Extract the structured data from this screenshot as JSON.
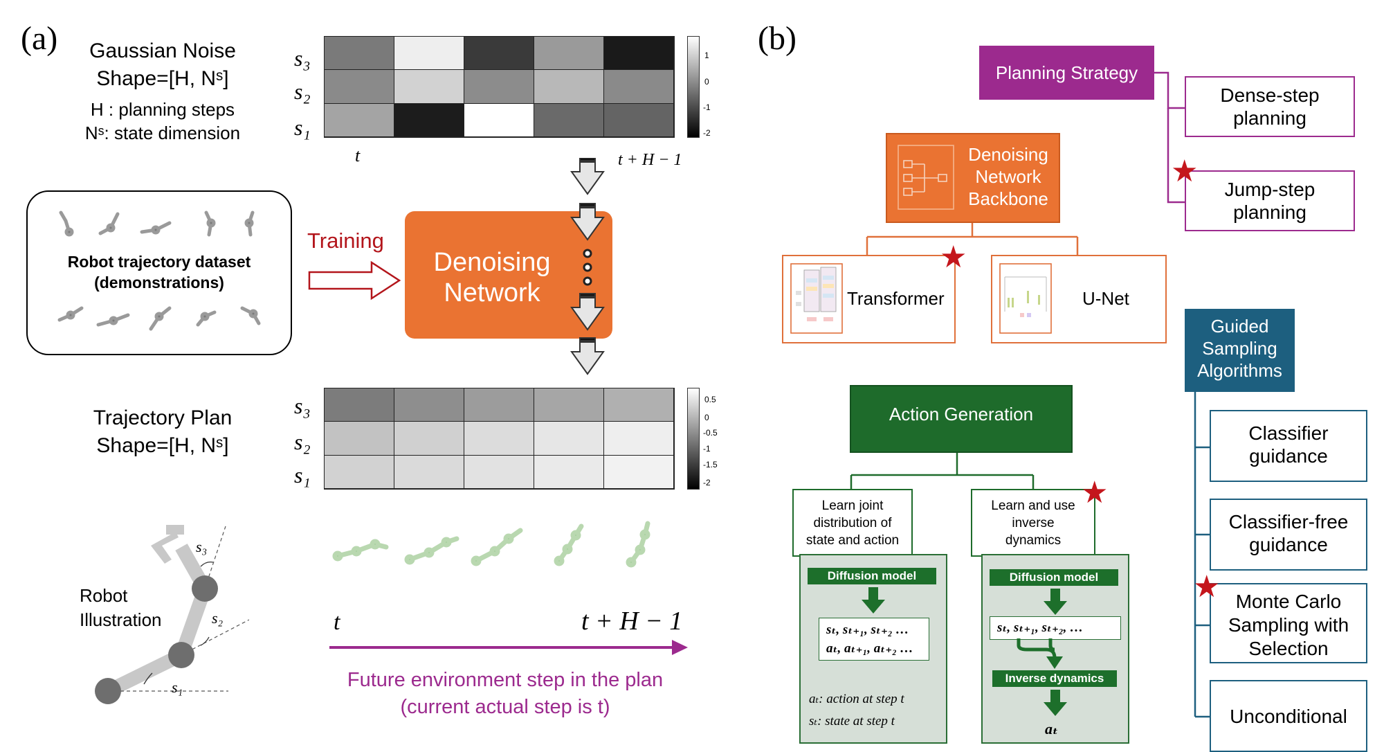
{
  "panel_a": {
    "label": "(a)",
    "gaussian_noise": {
      "line1": "Gaussian Noise",
      "line2": "Shape=[H, Nˢ]",
      "h_desc": "H : planning steps",
      "ns_desc": "Nˢ: state dimension"
    },
    "noise_heatmap": {
      "row_labels": [
        "s₃",
        "s₂",
        "s₁"
      ],
      "x_start": "t",
      "x_end": "t + H − 1",
      "colorbar_ticks": [
        "1",
        "0",
        "-1",
        "-2"
      ],
      "colors": [
        [
          "#7a7a7a",
          "#eeeeee",
          "#3a3a3a",
          "#9a9a9a",
          "#1a1a1a"
        ],
        [
          "#8a8a8a",
          "#d2d2d2",
          "#8c8c8c",
          "#b8b8b8",
          "#8a8a8a"
        ],
        [
          "#a4a4a4",
          "#1c1c1c",
          "#ffffff",
          "#6a6a6a",
          "#646464"
        ]
      ]
    },
    "dataset": {
      "line1": "Robot trajectory dataset",
      "line2": "(demonstrations)"
    },
    "training_label": "Training",
    "denoising": {
      "line1": "Denoising",
      "line2": "Network"
    },
    "trajectory_plan": {
      "line1": "Trajectory Plan",
      "line2": "Shape=[H, Nˢ]"
    },
    "plan_heatmap": {
      "row_labels": [
        "s₃",
        "s₂",
        "s₁"
      ],
      "colorbar_ticks": [
        "0.5",
        "0",
        "-0.5",
        "-1",
        "-1.5",
        "-2"
      ],
      "colors": [
        [
          "#7c7c7c",
          "#8e8e8e",
          "#9c9c9c",
          "#a6a6a6",
          "#b0b0b0"
        ],
        [
          "#c2c2c2",
          "#d0d0d0",
          "#dcdcdc",
          "#e6e6e6",
          "#eeeeee"
        ],
        [
          "#d2d2d2",
          "#dadada",
          "#e2e2e2",
          "#eaeaea",
          "#f2f2f2"
        ]
      ]
    },
    "robot": {
      "line1": "Robot",
      "line2": "Illustration",
      "s1": "s₁",
      "s2": "s₂",
      "s3": "s₃"
    },
    "timeline": {
      "start": "t",
      "end": "t + H − 1",
      "caption1": "Future environment step in the plan",
      "caption2": "(current actual step is t)"
    }
  },
  "panel_b": {
    "label": "(b)",
    "planning_strategy": {
      "title": "Planning Strategy",
      "options": [
        "Dense-step planning",
        "Jump-step planning"
      ]
    },
    "backbone": {
      "title_lines": [
        "Denoising",
        "Network",
        "Backbone"
      ],
      "options": [
        "Transformer",
        "U-Net"
      ]
    },
    "guided_sampling": {
      "title_lines": [
        "Guided",
        "Sampling",
        "Algorithms"
      ],
      "options": [
        "Classifier guidance",
        "Classifier-free guidance",
        "Monte Carlo Sampling with Selection",
        "Unconditional"
      ]
    },
    "action_generation": {
      "title": "Action Generation",
      "left": {
        "title_lines": [
          "Learn joint",
          "distribution of",
          "state and action"
        ],
        "model": "Diffusion model",
        "seq_states": "sₜ, sₜ₊₁, sₜ₊₂ …",
        "seq_actions": "aₜ, aₜ₊₁, aₜ₊₂ …",
        "note_a": "aₜ: action at step t",
        "note_s": "sₜ: state at step t"
      },
      "right": {
        "title_lines": [
          "Learn and use",
          "inverse",
          "dynamics"
        ],
        "model": "Diffusion model",
        "seq_states": "sₜ, sₜ₊₁, sₜ₊₂, …",
        "inverse": "Inverse dynamics",
        "output": "aₜ"
      }
    },
    "colors": {
      "planning": "#9c2a8e",
      "backbone": "#ea7332",
      "guided": "#1d5f7f",
      "action": "#1e6b2b",
      "star": "#c4161c"
    }
  }
}
